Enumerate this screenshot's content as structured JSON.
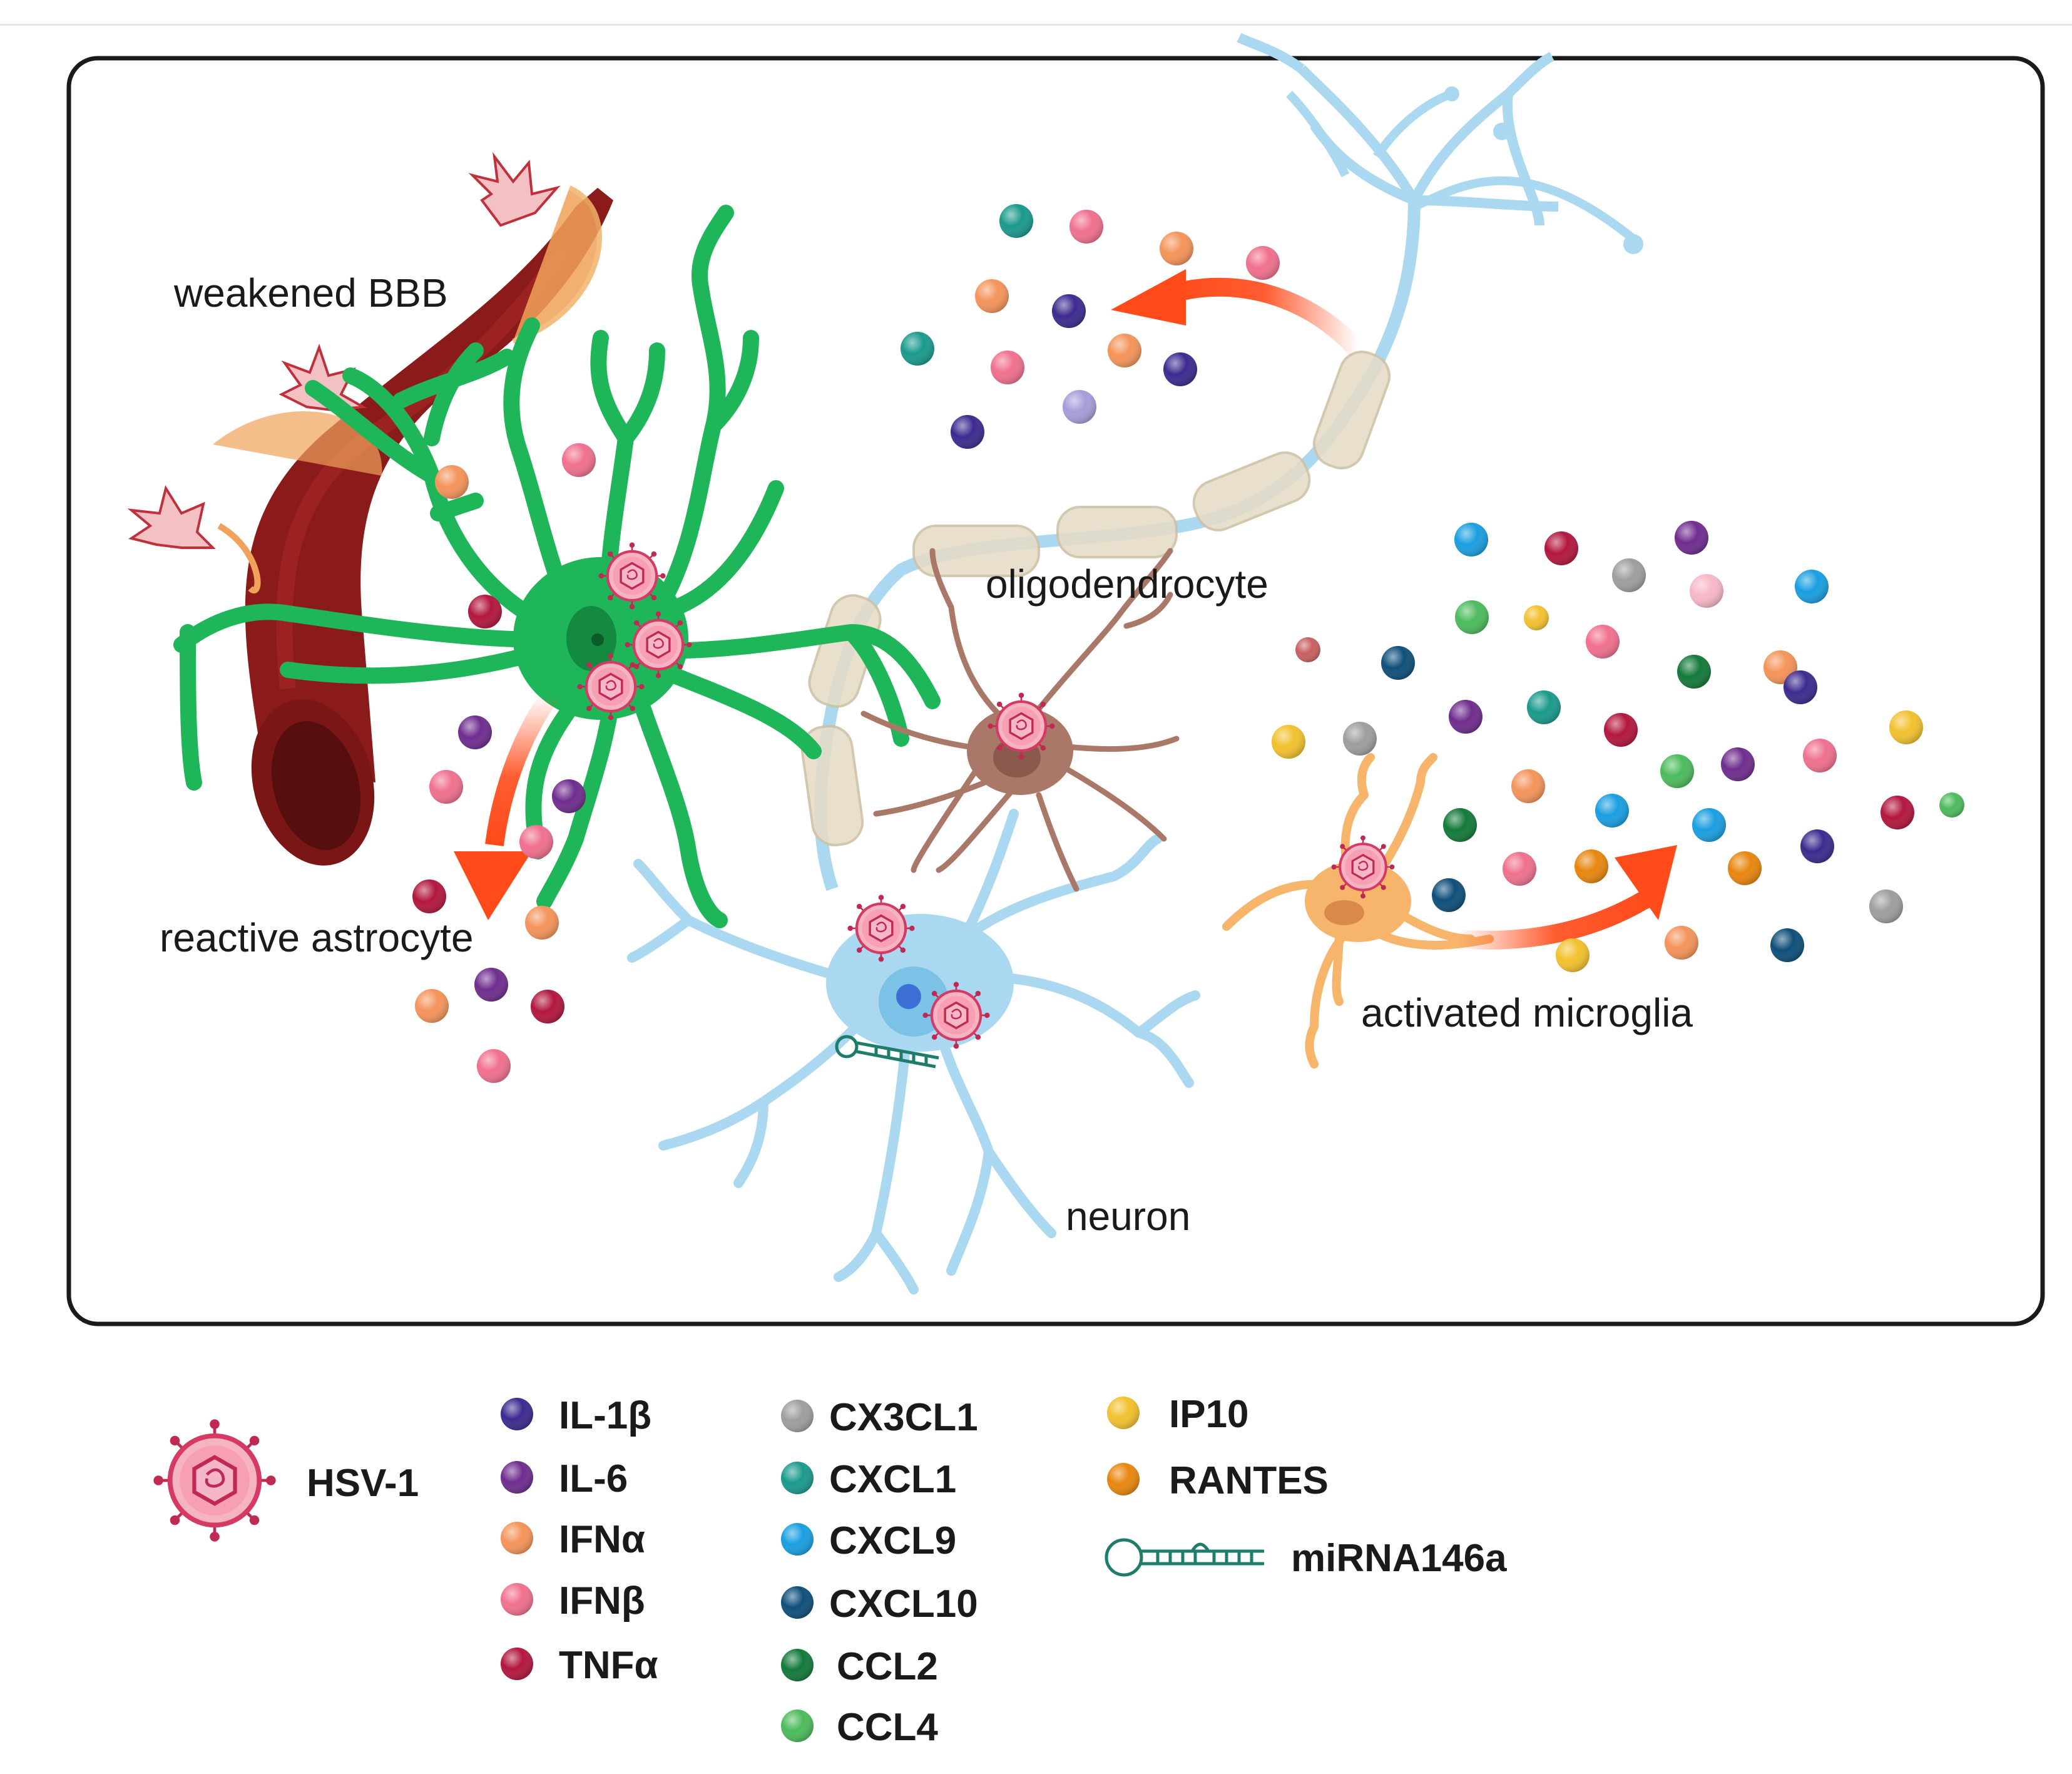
{
  "labels": {
    "bbb": "weakened BBB",
    "astrocyte": "reactive astrocyte",
    "oligodendrocyte": "oligodendrocyte",
    "microglia": "activated microglia",
    "neuron": "neuron"
  },
  "legend": {
    "hsv1": "HSV-1",
    "cytokines": [
      {
        "label": "IL-1β",
        "color": "#3d2a8f"
      },
      {
        "label": "IL-6",
        "color": "#6f2d8e"
      },
      {
        "label": "IFNα",
        "color": "#f4945a"
      },
      {
        "label": "IFNβ",
        "color": "#f0708e"
      },
      {
        "label": "TNFα",
        "color": "#b3173e"
      }
    ],
    "chemokines": [
      {
        "label": "CX3CL1",
        "color": "#9e9e9e"
      },
      {
        "label": "CXCL1",
        "color": "#1a9a8c"
      },
      {
        "label": "CXCL9",
        "color": "#1a9ee0"
      },
      {
        "label": "CXCL10",
        "color": "#0f4f7a"
      },
      {
        "label": "CCL2",
        "color": "#137a3a"
      },
      {
        "label": "CCL4",
        "color": "#4cbb5c"
      }
    ],
    "others": [
      {
        "label": "IP10",
        "color": "#f2c12e"
      },
      {
        "label": "RANTES",
        "color": "#e8860e"
      }
    ],
    "mirna": "miRNA146a"
  },
  "colors": {
    "vessel": "#8b1a1a",
    "astrocyte": "#1fb65a",
    "neuron_oligo_blue": "#a9d8f0",
    "oligodendrocyte": "#a97868",
    "microglia": "#f6b56b",
    "virus": "#d9476b",
    "arrow": "#ff4a1a"
  }
}
